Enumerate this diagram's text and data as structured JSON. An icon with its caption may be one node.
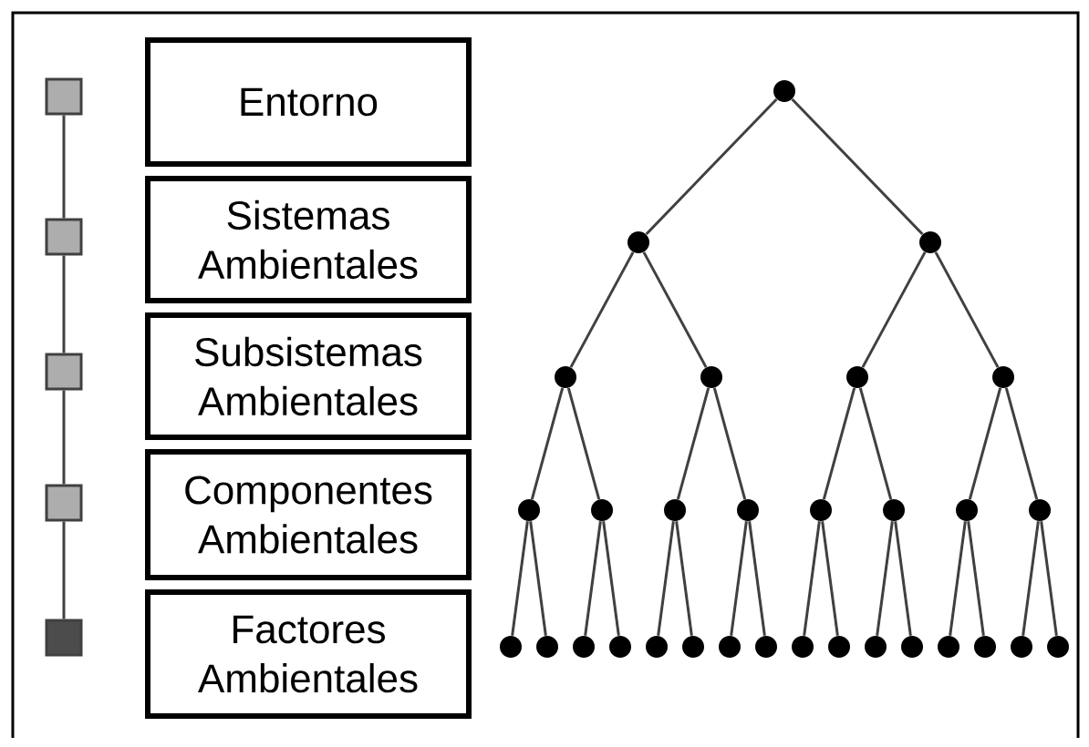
{
  "diagram": {
    "nodes": [
      {
        "text": [
          "Entorno"
        ]
      },
      {
        "text": [
          "Sistemas Ambientales"
        ]
      },
      {
        "text": [
          "Subsistemas Ambientales"
        ]
      },
      {
        "text": [
          "Componentes Ambientales"
        ]
      },
      {
        "text": [
          "Factores Ambientales"
        ]
      },
      {
        "text": [],
        "shape": "box"
      },
      {
        "text": [],
        "shape": "box"
      },
      {
        "text": [],
        "shape": "box"
      },
      {
        "text": [],
        "shape": "box"
      },
      {
        "text": [],
        "shape": "box"
      },
      {
        "text": [],
        "shape": "circle"
      },
      {
        "text": [],
        "shape": "circle"
      },
      {
        "text": [],
        "shape": "circle"
      },
      {
        "text": [],
        "shape": "circle"
      },
      {
        "text": [],
        "shape": "circle"
      },
      {
        "text": [],
        "shape": "circle"
      },
      {
        "text": [],
        "shape": "circle"
      },
      {
        "text": [],
        "shape": "circle"
      },
      {
        "text": [],
        "shape": "circle"
      },
      {
        "text": [],
        "shape": "circle"
      },
      {
        "text": [],
        "shape": "circle"
      },
      {
        "text": [],
        "shape": "circle"
      },
      {
        "text": [],
        "shape": "circle"
      },
      {
        "text": [],
        "shape": "circle"
      },
      {
        "text": [],
        "shape": "circle"
      },
      {
        "text": [],
        "shape": "circle"
      },
      {
        "text": [],
        "shape": "circle"
      },
      {
        "text": [],
        "shape": "circle"
      },
      {
        "text": [],
        "shape": "circle"
      },
      {
        "text": [],
        "shape": "circle"
      },
      {
        "text": [],
        "shape": "circle"
      },
      {
        "text": [],
        "shape": "circle"
      },
      {
        "text": [],
        "shape": "circle"
      },
      {
        "text": [],
        "shape": "circle"
      },
      {
        "text": [],
        "shape": "circle"
      },
      {
        "text": [],
        "shape": "circle"
      },
      {
        "text": [],
        "shape": "circle"
      },
      {
        "text": [],
        "shape": "circle"
      },
      {
        "text": [],
        "shape": "circle"
      },
      {
        "text": [],
        "shape": "circle"
      },
      {
        "text": [],
        "shape": "circle"
      }
    ],
    "edges": [
      {
        "from": 5,
        "to": 6,
        "arrow": "none"
      },
      {
        "from": 6,
        "to": 7,
        "arrow": "none"
      },
      {
        "from": 7,
        "to": 8,
        "arrow": "none"
      },
      {
        "from": 8,
        "to": 9,
        "arrow": "none"
      },
      {
        "from": 10,
        "to": 11,
        "arrow": "none"
      },
      {
        "from": 10,
        "to": 12,
        "arrow": "none"
      },
      {
        "from": 11,
        "to": 13,
        "arrow": "none"
      },
      {
        "from": 11,
        "to": 14,
        "arrow": "none"
      },
      {
        "from": 12,
        "to": 15,
        "arrow": "none"
      },
      {
        "from": 12,
        "to": 16,
        "arrow": "none"
      },
      {
        "from": 13,
        "to": 17,
        "arrow": "none"
      },
      {
        "from": 13,
        "to": 18,
        "arrow": "none"
      },
      {
        "from": 14,
        "to": 19,
        "arrow": "none"
      },
      {
        "from": 14,
        "to": 20,
        "arrow": "none"
      },
      {
        "from": 15,
        "to": 21,
        "arrow": "none"
      },
      {
        "from": 15,
        "to": 22,
        "arrow": "none"
      },
      {
        "from": 16,
        "to": 23,
        "arrow": "none"
      },
      {
        "from": 16,
        "to": 24,
        "arrow": "none"
      },
      {
        "from": 17,
        "to": 25,
        "arrow": "none"
      },
      {
        "from": 17,
        "to": 26,
        "arrow": "none"
      },
      {
        "from": 18,
        "to": 27,
        "arrow": "none"
      },
      {
        "from": 18,
        "to": 28,
        "arrow": "none"
      },
      {
        "from": 19,
        "to": 29,
        "arrow": "none"
      },
      {
        "from": 19,
        "to": 30,
        "arrow": "none"
      },
      {
        "from": 20,
        "to": 31,
        "arrow": "none"
      },
      {
        "from": 20,
        "to": 32,
        "arrow": "none"
      },
      {
        "from": 21,
        "to": 33,
        "arrow": "none"
      },
      {
        "from": 21,
        "to": 34,
        "arrow": "none"
      },
      {
        "from": 22,
        "to": 35,
        "arrow": "none"
      },
      {
        "from": 22,
        "to": 36,
        "arrow": "none"
      },
      {
        "from": 23,
        "to": 37,
        "arrow": "none"
      },
      {
        "from": 23,
        "to": 38,
        "arrow": "none"
      },
      {
        "from": 24,
        "to": 39,
        "arrow": "none"
      },
      {
        "from": 24,
        "to": 40,
        "arrow": "none"
      }
    ]
  }
}
